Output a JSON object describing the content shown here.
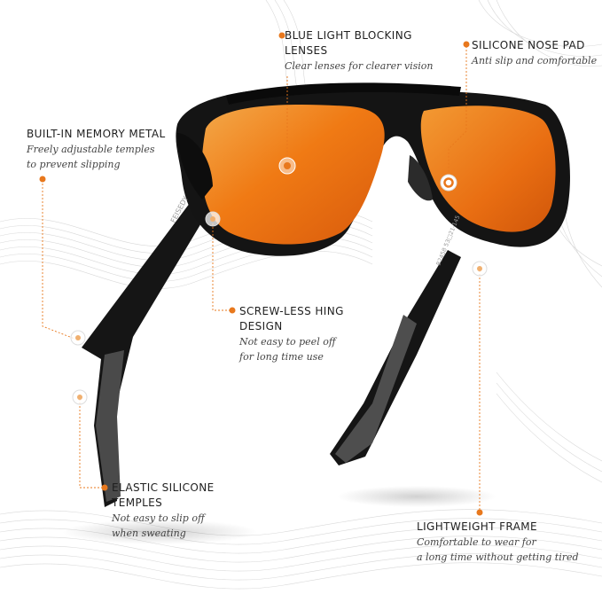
{
  "brand": {
    "temple_print": "FEISEDY",
    "model_print": "B2458 53□21-145",
    "accent_color": "#e8781d",
    "lens_color": "#f07a14"
  },
  "features": [
    {
      "title_lines": [
        "BLUE LIGHT BLOCKING",
        "LENSES"
      ],
      "sub_lines": [
        "Clear lenses for clearer vision"
      ]
    },
    {
      "title_lines": [
        "SILICONE NOSE PAD"
      ],
      "sub_lines": [
        "Anti slip and comfortable"
      ]
    },
    {
      "title_lines": [
        "BUILT-IN MEMORY METAL"
      ],
      "sub_lines": [
        "Freely adjustable temples",
        "to prevent slipping"
      ]
    },
    {
      "title_lines": [
        "SCREW-LESS HING",
        "DESIGN"
      ],
      "sub_lines": [
        "Not easy to peel off",
        "for long time use"
      ]
    },
    {
      "title_lines": [
        "ELASTIC SILICONE",
        "TEMPLES"
      ],
      "sub_lines": [
        "Not easy to slip off",
        "when sweating"
      ]
    },
    {
      "title_lines": [
        "LIGHTWEIGHT FRAME"
      ],
      "sub_lines": [
        "Comfortable to wear for",
        "a long time without getting tired"
      ]
    }
  ]
}
